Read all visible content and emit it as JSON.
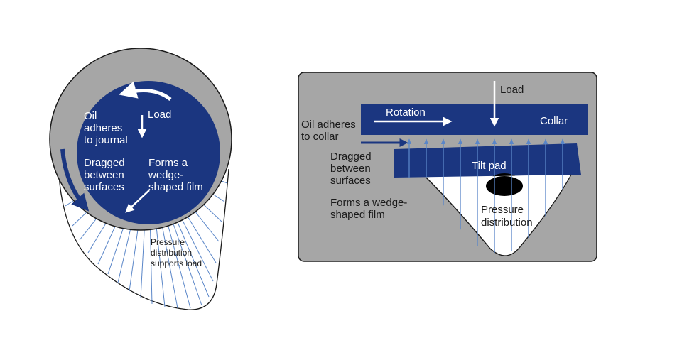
{
  "colors": {
    "navy": "#1b3680",
    "gray": "#a6a6a6",
    "pressure_line": "#5a86c8",
    "outline": "#1a1a1a",
    "white": "#ffffff"
  },
  "journal_bearing": {
    "oil_adheres": [
      "Oil",
      "adheres",
      "to journal"
    ],
    "load": "Load",
    "dragged": [
      "Dragged",
      "between",
      "surfaces"
    ],
    "wedge": [
      "Forms a",
      "wedge-",
      "shaped film"
    ],
    "pressure": [
      "Pressure",
      "distribution",
      "supports load"
    ]
  },
  "thrust_bearing": {
    "load": "Load",
    "rotation": "Rotation",
    "collar": "Collar",
    "oil_adheres": [
      "Oil adheres",
      "to collar"
    ],
    "dragged": [
      "Dragged",
      "between",
      "surfaces"
    ],
    "wedge": [
      "Forms a wedge-",
      "shaped film"
    ],
    "tilt_pad": "Tilt pad",
    "pressure": [
      "Pressure",
      "distribution"
    ]
  }
}
